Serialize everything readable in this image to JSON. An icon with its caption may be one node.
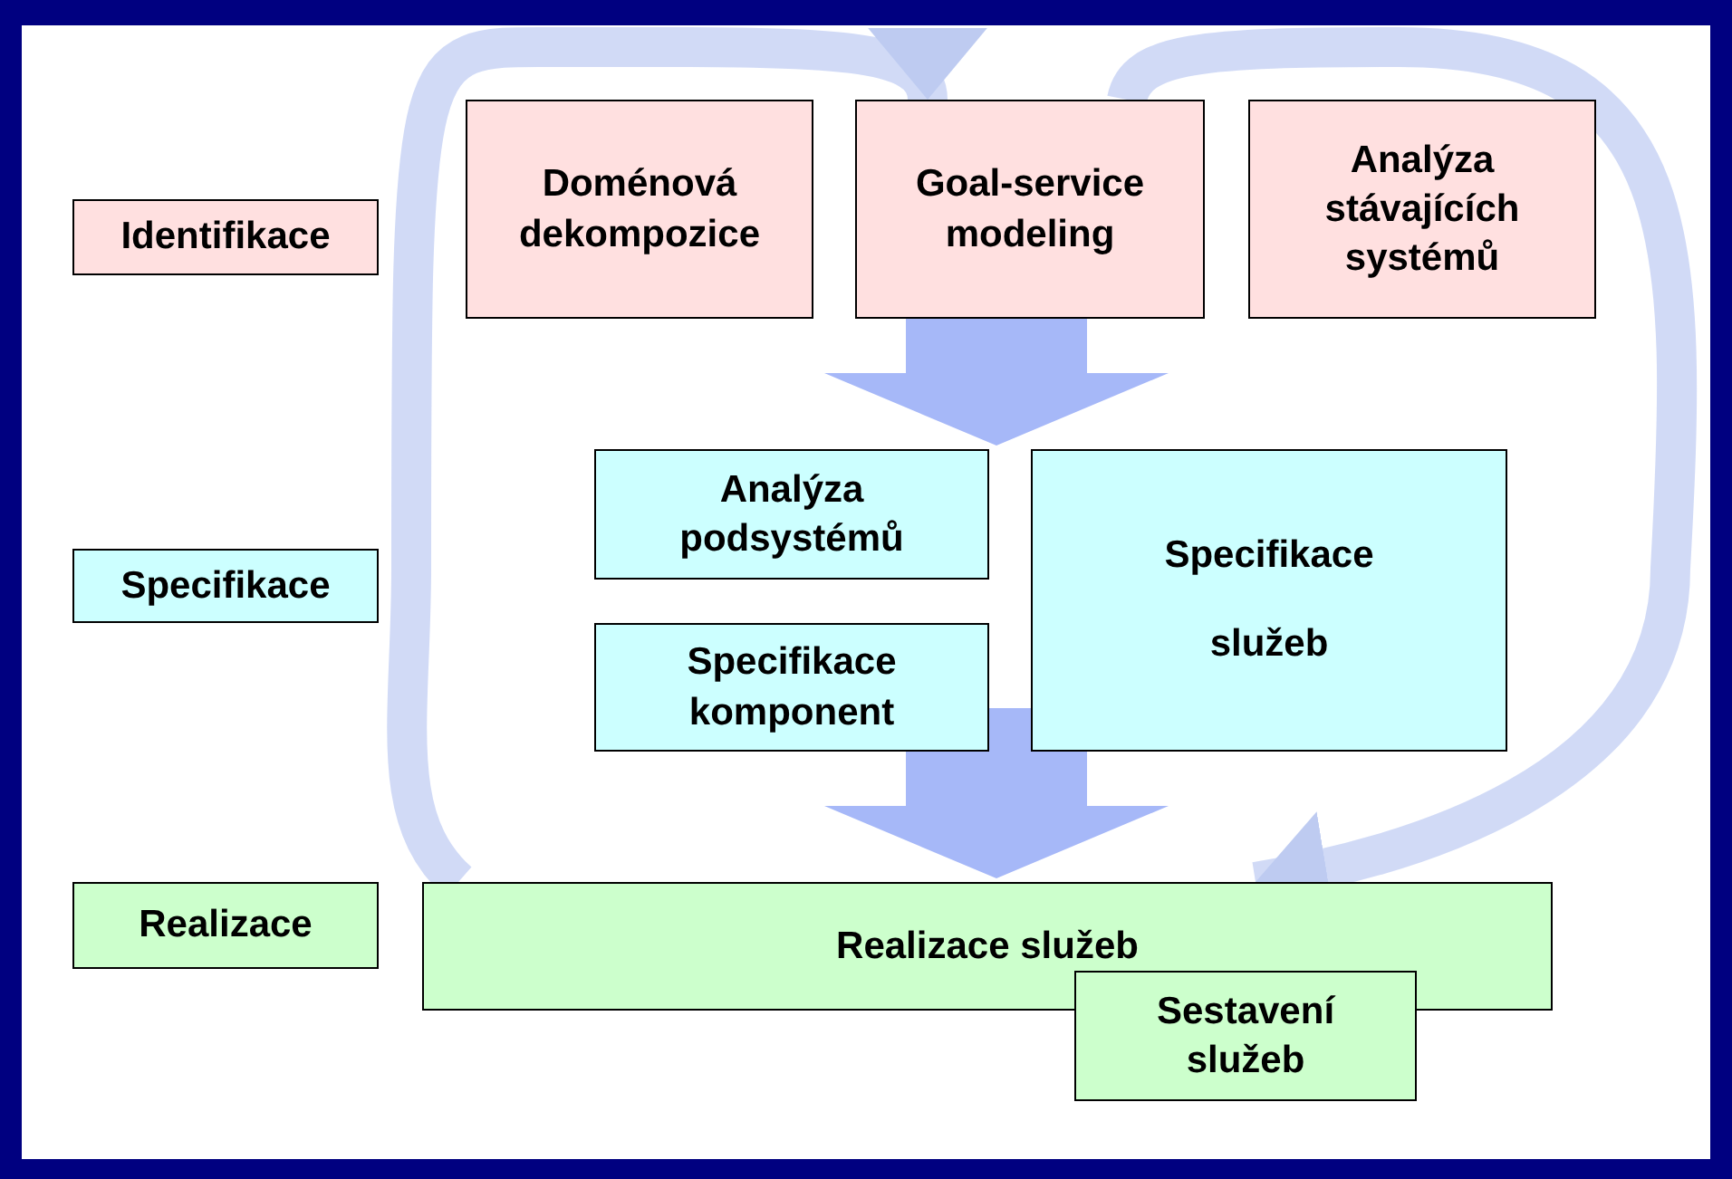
{
  "diagram": {
    "nodes": [
      {
        "text": [
          "Identifikace"
        ]
      },
      {
        "text": [
          "Doménová dekompozice"
        ]
      },
      {
        "text": [
          "Goal-service modeling"
        ]
      },
      {
        "text": [
          "Analýza stávajících systémů"
        ]
      },
      {
        "text": [
          "Specifikace"
        ]
      },
      {
        "text": [
          "Analýza podsystémů"
        ]
      },
      {
        "text": [
          "Specifikace komponent"
        ]
      },
      {
        "text": [
          "Specifikace služeb"
        ]
      },
      {
        "text": [
          "Realizace"
        ]
      },
      {
        "text": [
          "Realizace služeb"
        ]
      },
      {
        "text": [
          "Sestavení služeb"
        ]
      }
    ],
    "edges": [
      {
        "from": 2,
        "to": null,
        "arrow": "to",
        "style": "thick"
      },
      {
        "from": 6,
        "to": 9,
        "arrow": "to",
        "style": "thick"
      },
      {
        "from": 9,
        "to": 2,
        "arrow": "to",
        "color": "#c6d2f5"
      },
      {
        "from": 2,
        "to": 9,
        "arrow": "to",
        "color": "#c6d2f5"
      }
    ]
  }
}
